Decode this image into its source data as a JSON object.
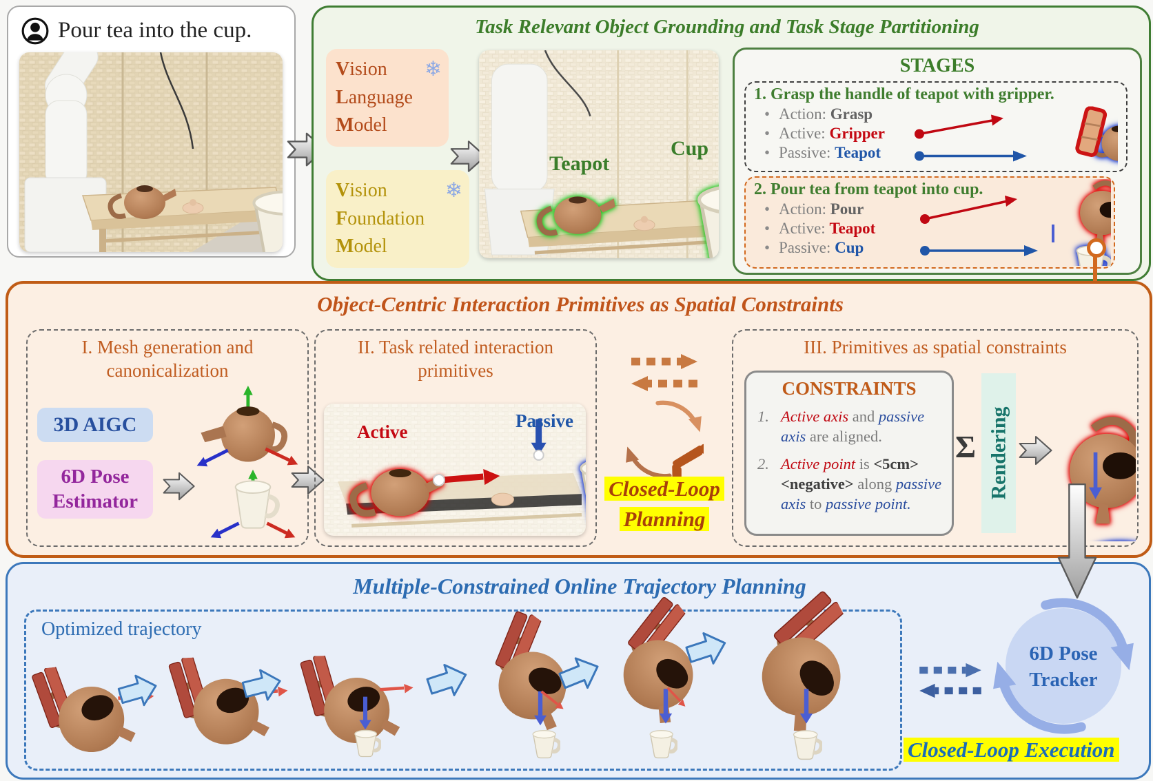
{
  "glyphs": {
    "bullet": "•",
    "snowflake": "❄",
    "sigma": "Σ"
  },
  "header": {
    "prompt": "Pour tea into the cup."
  },
  "grounding": {
    "title": "Task Relevant Object Grounding and Task Stage Partitioning",
    "vlm": {
      "l1a": "V",
      "l1b": "ision",
      "l2a": "L",
      "l2b": "anguage",
      "l3a": "M",
      "l3b": "odel"
    },
    "vfm": {
      "l1a": "V",
      "l1b": "ision",
      "l2a": "F",
      "l2b": "oundation",
      "l3a": "M",
      "l3b": "odel"
    },
    "photo": {
      "teapot": "Teapot",
      "cup": "Cup"
    },
    "stages": {
      "title": "STAGES",
      "s1": {
        "title": "1. Grasp the handle of teapot with gripper.",
        "r1l": "Action: ",
        "r1v": "Grasp",
        "r2l": "Active: ",
        "r2v": "Gripper",
        "r3l": "Passive: ",
        "r3v": "Teapot"
      },
      "s2": {
        "title": "2. Pour tea from teapot into cup.",
        "r1l": "Action: ",
        "r1v": "Pour",
        "r2l": "Active: ",
        "r2v": "Teapot",
        "r3l": "Passive: ",
        "r3v": "Cup"
      }
    }
  },
  "primitives": {
    "title": "Object-Centric Interaction Primitives as Spatial Constraints",
    "b1": {
      "title_l1": "I. Mesh generation and",
      "title_l2": "canonicalization",
      "aigc": "3D AIGC",
      "pose_l1": "6D Pose",
      "pose_l2": "Estimator"
    },
    "b2": {
      "title_l1": "II. Task related interaction",
      "title_l2": "primitives",
      "active": "Active",
      "passive": "Passive"
    },
    "loop": {
      "line1": "Closed-Loop",
      "line2": "Planning"
    },
    "b3": {
      "title": "III. Primitives as spatial constraints",
      "ctitle": "CONSTRAINTS",
      "n1": "1.",
      "n2": "2.",
      "c1": {
        "p1": "Active axis",
        "p2": " and ",
        "p3": "passive axis",
        "p4": " are aligned."
      },
      "c2": {
        "p1": "Active point",
        "p2": " is ",
        "p3": "<5cm> <negative>",
        "p4": " along ",
        "p5": "passive axis",
        "p6": " to ",
        "p7": "passive point."
      },
      "rendering": "Rendering"
    }
  },
  "planning": {
    "title": "Multiple-Constrained Online Trajectory Planning",
    "optimized": "Optimized trajectory",
    "tracker_l1": "6D Pose",
    "tracker_l2": "Tracker",
    "execution": "Closed-Loop Execution"
  }
}
